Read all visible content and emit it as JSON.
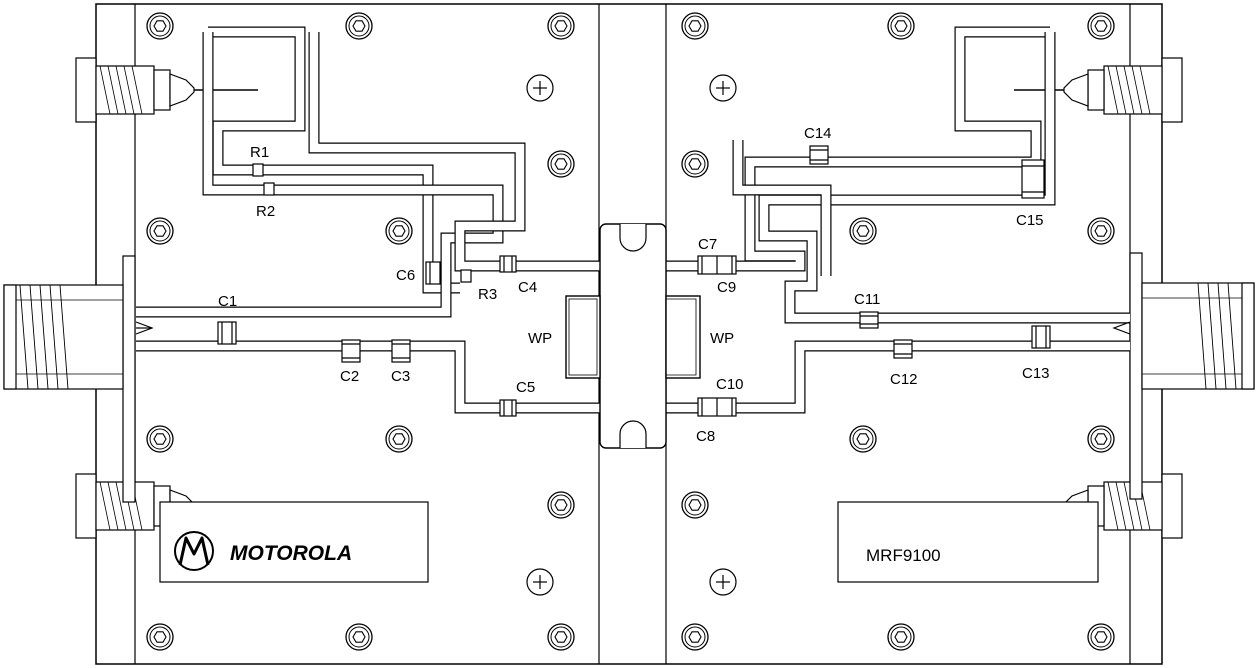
{
  "brand": {
    "name": "MOTOROLA",
    "logo": "motorola-batwing-logo"
  },
  "part_number": "MRF9100",
  "labels": {
    "R1": "R1",
    "R2": "R2",
    "R3": "R3",
    "C1": "C1",
    "C2": "C2",
    "C3": "C3",
    "C4": "C4",
    "C5": "C5",
    "C6": "C6",
    "C7": "C7",
    "C8": "C8",
    "C9": "C9",
    "C10": "C10",
    "C11": "C11",
    "C12": "C12",
    "C13": "C13",
    "C14": "C14",
    "C15": "C15",
    "WP_left": "WP",
    "WP_right": "WP"
  },
  "colors": {
    "line": "#000000",
    "background": "#ffffff"
  }
}
